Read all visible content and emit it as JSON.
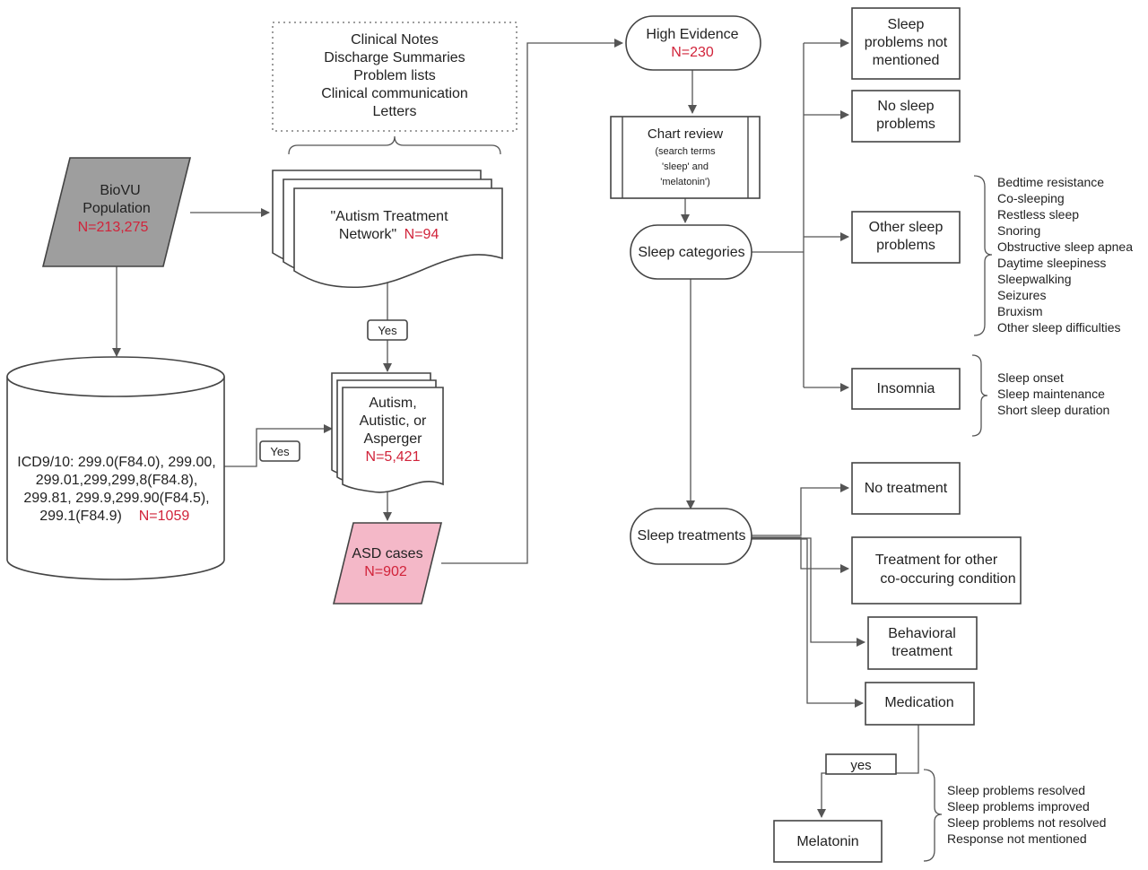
{
  "sources": {
    "lines": [
      "Clinical Notes",
      "Discharge Summaries",
      "Problem lists",
      "Clinical communication",
      "Letters"
    ]
  },
  "biovu": {
    "label1": "BioVU",
    "label2": "Population",
    "count": "N=213,275"
  },
  "atn": {
    "label1": "\"Autism Treatment",
    "label2": "Network\"",
    "count": "N=94"
  },
  "icd": {
    "lines": [
      "ICD9/10: 299.0(F84.0), 299.00,",
      "299.01,299,299,8(F84.8),",
      "299.81, 299.9,299.90(F84.5),",
      "299.1(F84.9)"
    ],
    "count": "N=1059"
  },
  "yes1": "Yes",
  "yes2": "Yes",
  "autism": {
    "lines": [
      "Autism,",
      "Autistic, or",
      "Asperger"
    ],
    "count": "N=5,421"
  },
  "asd": {
    "label": "ASD cases",
    "count": "N=902"
  },
  "high_evidence": {
    "label": "High Evidence",
    "count": "N=230"
  },
  "chart_review": {
    "title": "Chart review",
    "sub": [
      "(search terms",
      "'sleep' and",
      "'melatonin')"
    ]
  },
  "sleep_categories": "Sleep categories",
  "sleep_treatments": "Sleep treatments",
  "categories": {
    "not_mentioned": [
      "Sleep",
      "problems not",
      "mentioned"
    ],
    "no_sleep": [
      "No sleep",
      "problems"
    ],
    "other": [
      "Other sleep",
      "problems"
    ],
    "insomnia": "Insomnia"
  },
  "other_list": [
    "Bedtime resistance",
    "Co-sleeping",
    "Restless sleep",
    "Snoring",
    "Obstructive sleep apnea",
    "Daytime sleepiness",
    "Sleepwalking",
    "Seizures",
    "Bruxism",
    "Other sleep difficulties"
  ],
  "insomnia_list": [
    "Sleep onset",
    "Sleep maintenance",
    "Short sleep duration"
  ],
  "treatments": {
    "none": "No treatment",
    "other": [
      "Treatment for other",
      "co-occuring condition"
    ],
    "behavioral": [
      "Behavioral",
      "treatment"
    ],
    "medication": "Medication"
  },
  "yes3": "yes",
  "melatonin": "Melatonin",
  "outcomes": [
    "Sleep problems resolved",
    "Sleep problems improved",
    "Sleep problems not resolved",
    "Response not mentioned"
  ],
  "colors": {
    "red_text": "#d1233a",
    "gray_fill": "#9e9e9e",
    "pink_fill": "#f4b8c8"
  }
}
